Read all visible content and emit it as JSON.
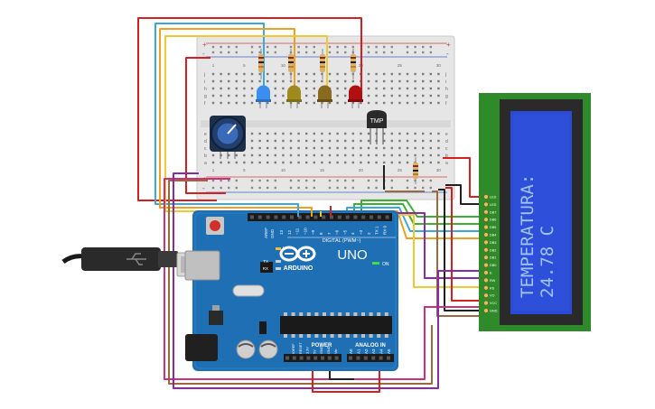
{
  "arduino": {
    "brand": "ARDUINO",
    "model": "UNO",
    "digital_header_label": "DIGITAL (PWM~)",
    "power_label": "POWER",
    "analog_label": "ANALOG IN",
    "on_label": "ON",
    "l_label": "L",
    "tx_label": "TX",
    "rx_label": "RX",
    "aref_label": "AREF",
    "gnd_label": "GND",
    "digital_pins": [
      "13",
      "12",
      "~11",
      "~10",
      "~9",
      "8",
      "7",
      "~6",
      "~5",
      "4",
      "~3",
      "2",
      "TX 1",
      "RX 0"
    ],
    "power_pins": [
      "IOREF",
      "RESET",
      "3.3V",
      "5V",
      "GND",
      "GND",
      "Vin"
    ],
    "analog_pins": [
      "A0",
      "A1",
      "A2",
      "A3",
      "A4",
      "A5"
    ]
  },
  "sensor": {
    "label": "TMP"
  },
  "lcd": {
    "line1": "TEMPERATURA:",
    "line2": "24.78 C",
    "pin_labels": [
      "LED",
      "LED",
      "DB7",
      "DB6",
      "DB5",
      "DB4",
      "DB3",
      "DB2",
      "DB1",
      "DB0",
      "E",
      "RW",
      "RS",
      "VO",
      "VCC",
      "GND"
    ]
  },
  "breadboard": {
    "row_letters": [
      "j",
      "i",
      "h",
      "g",
      "f",
      "e",
      "d",
      "c",
      "b",
      "a"
    ],
    "column_numbers": [
      "1",
      "5",
      "10",
      "15",
      "20",
      "25",
      "30"
    ],
    "rail_plus": "+",
    "rail_minus": "-"
  },
  "colors": {
    "arduino_blue": "#1f6fb5",
    "lcd_pcb": "#2f8a2a",
    "lcd_screen": "#2b4bd6",
    "lcd_text": "#9fc4ff",
    "wire_red": "#d62020",
    "wire_blue": "#3aa8e0",
    "wire_orange": "#f0a020",
    "wire_yellow": "#f0c830",
    "wire_green": "#3cb030",
    "wire_purple": "#8a2aa8",
    "wire_brown": "#9a6a3a",
    "wire_black": "#202020",
    "wire_pink": "#d0307a",
    "led_blue": "#3a8ef0",
    "led_yellow": "#a08a20",
    "led_orange": "#8a6a20",
    "led_red": "#b01010"
  }
}
